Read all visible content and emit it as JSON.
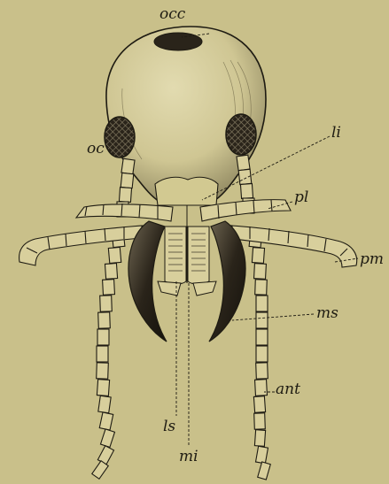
{
  "figure": {
    "kind": "anatomical engraving, insect head (front view)",
    "colors": {
      "paper": "#c9c08a",
      "ink": "#1e1b12",
      "head_fill": "#d7cf9e",
      "shade": "#8f8760",
      "dark": "#2a241a"
    },
    "labels": {
      "occ": "occ",
      "oc": "oc",
      "li": "li",
      "pl": "pl",
      "pm": "pm",
      "ms": "ms",
      "ls": "ls",
      "mi": "mi",
      "ant": "ant"
    }
  }
}
